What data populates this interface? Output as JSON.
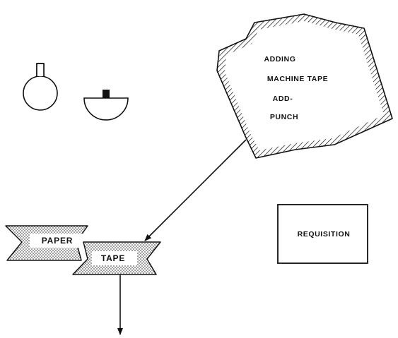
{
  "diagram": {
    "source": {
      "lines": [
        "ADDING",
        "MACHINE TAPE",
        "ADD-",
        "PUNCH"
      ]
    },
    "paper_tape": {
      "paper_label": "PAPER",
      "tape_label": "TAPE"
    },
    "requisition": {
      "label": "REQUISITION"
    }
  }
}
